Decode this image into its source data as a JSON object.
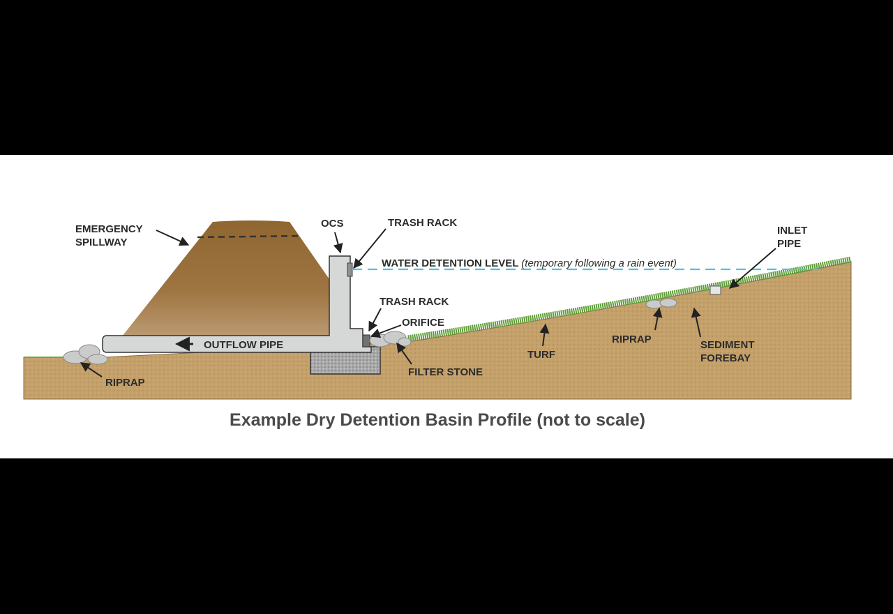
{
  "diagram": {
    "caption": "Example Dry Detention Basin Profile (not to scale)",
    "labels": {
      "emergency_spillway_1": "EMERGENCY",
      "emergency_spillway_2": "SPILLWAY",
      "ocs": "OCS",
      "trash_rack_top": "TRASH RACK",
      "water_level": "WATER DETENTION LEVEL",
      "water_level_note": "(temporary following a rain event)",
      "trash_rack_bottom": "TRASH RACK",
      "orifice": "ORIFICE",
      "outflow_pipe": "OUTFLOW PIPE",
      "riprap_left": "RIPRAP",
      "filter_stone": "FILTER STONE",
      "turf": "TURF",
      "riprap_right": "RIPRAP",
      "sediment_forebay_1": "SEDIMENT",
      "sediment_forebay_2": "FOREBAY",
      "inlet_pipe_1": "INLET",
      "inlet_pipe_2": "PIPE"
    },
    "colors": {
      "berm": "#9a6f3a",
      "soil": "#c4a06a",
      "grass": "#5f9e3a",
      "concrete": "#d5d8d6",
      "water_line": "#4cc3e8",
      "text": "#2b2b2b"
    }
  }
}
